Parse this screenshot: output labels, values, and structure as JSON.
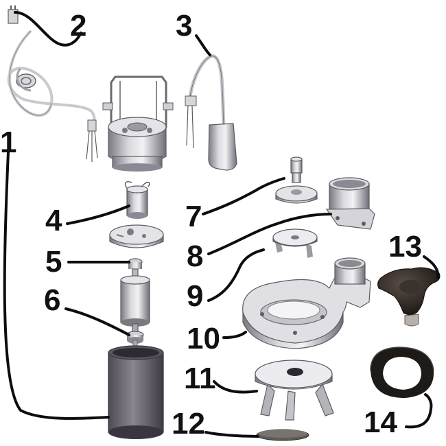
{
  "diagram": {
    "type": "exploded parts view",
    "labels": [
      {
        "id": "1",
        "text": "1"
      },
      {
        "id": "2",
        "text": "2"
      },
      {
        "id": "3",
        "text": "3"
      },
      {
        "id": "4",
        "text": "4"
      },
      {
        "id": "5",
        "text": "5"
      },
      {
        "id": "6",
        "text": "6"
      },
      {
        "id": "7",
        "text": "7"
      },
      {
        "id": "8",
        "text": "8"
      },
      {
        "id": "9",
        "text": "9"
      },
      {
        "id": "10",
        "text": "10"
      },
      {
        "id": "11",
        "text": "11"
      },
      {
        "id": "12",
        "text": "12"
      },
      {
        "id": "13",
        "text": "13"
      },
      {
        "id": "14",
        "text": "14"
      }
    ]
  },
  "colors": {
    "label_text": "#111111",
    "leader_line": "#0d0d0d",
    "metal_light": "#e6e6ea",
    "metal_mid": "#b9b9c0",
    "metal_dark": "#6e6e76",
    "rubber": "#1e1a18",
    "background": "#ffffff"
  }
}
